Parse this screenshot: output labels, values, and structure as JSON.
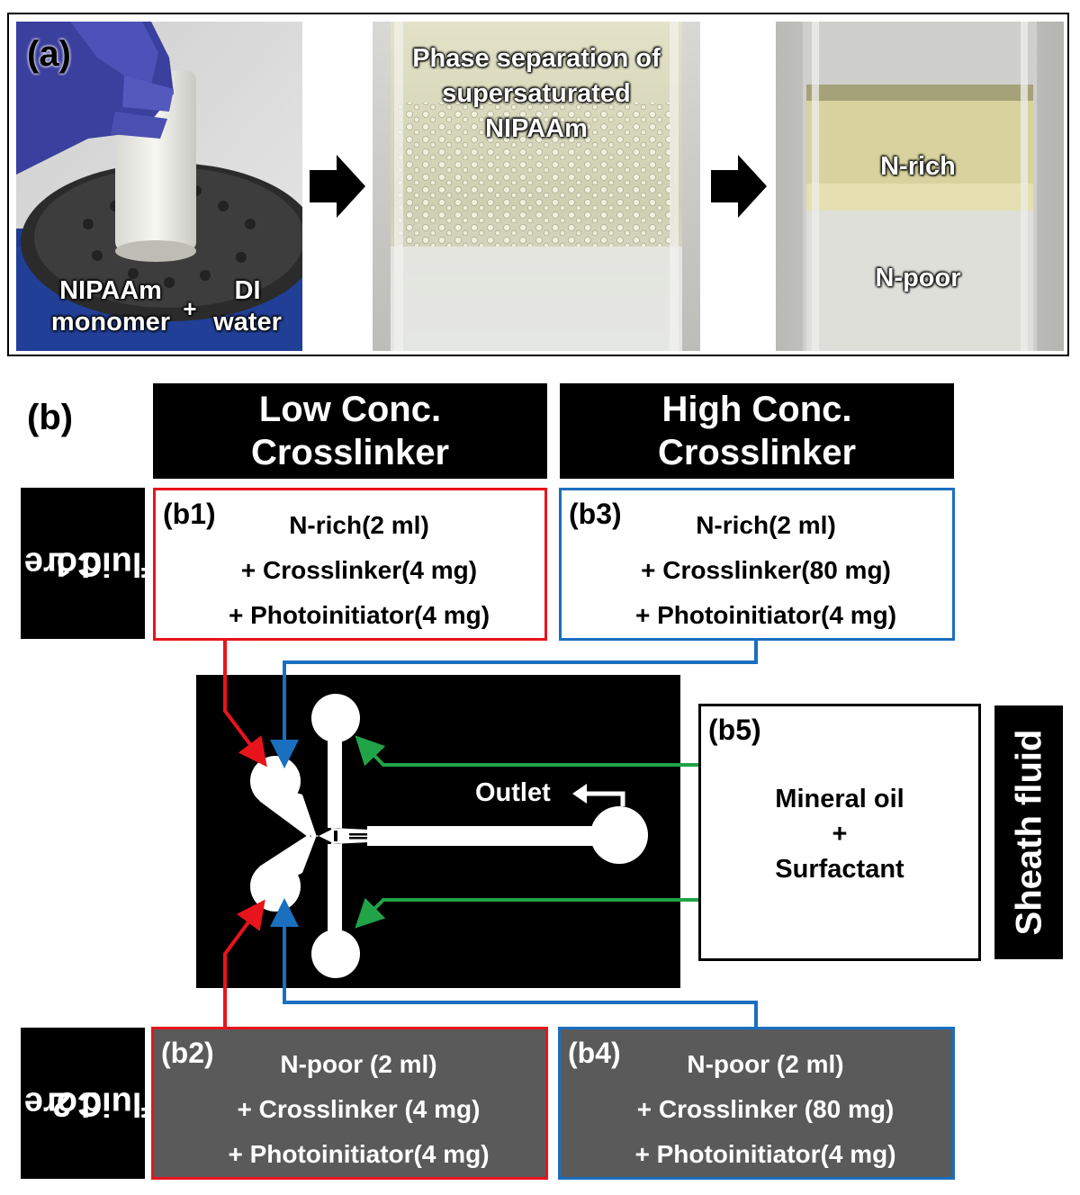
{
  "panel_a": {
    "label": "(a)",
    "photo1": {
      "text_left": [
        "NIPAAm",
        "monomer"
      ],
      "plus": "+",
      "text_right": [
        "DI",
        "water"
      ]
    },
    "photo2": {
      "caption": [
        "Phase separation of",
        "supersaturated",
        "NIPAAm"
      ]
    },
    "photo3": {
      "top_layer": "N-rich",
      "bottom_layer": "N-poor"
    }
  },
  "panel_b": {
    "label": "(b)",
    "col_headers": [
      {
        "line1": "Low Conc.",
        "line2": "Crosslinker"
      },
      {
        "line1": "High Conc.",
        "line2": "Crosslinker"
      }
    ],
    "row_headers": [
      {
        "line1": "Core",
        "line2": "fluid 1"
      },
      {
        "line1": "Core",
        "line2": "fluid 2"
      }
    ],
    "sheath_label": "Sheath fluid",
    "boxes": {
      "b1": {
        "tag": "(b1)",
        "lines": [
          "N-rich(2 ml)",
          "+ Crosslinker(4 mg)",
          "+ Photoinitiator(4 mg)"
        ]
      },
      "b2": {
        "tag": "(b2)",
        "lines": [
          "N-poor (2 ml)",
          "+ Crosslinker (4 mg)",
          "+ Photoinitiator(4 mg)"
        ]
      },
      "b3": {
        "tag": "(b3)",
        "lines": [
          "N-rich(2 ml)",
          "+ Crosslinker(80 mg)",
          "+ Photoinitiator(4 mg)"
        ]
      },
      "b4": {
        "tag": "(b4)",
        "lines": [
          "N-poor (2 ml)",
          "+ Crosslinker (80 mg)",
          "+ Photoinitiator(4 mg)"
        ]
      },
      "b5": {
        "tag": "(b5)",
        "lines": [
          "Mineral oil",
          "+",
          "Surfactant"
        ]
      }
    },
    "outlet_label": "Outlet",
    "colors": {
      "low_conc": "#e8141c",
      "high_conc": "#1a6fbf",
      "sheath": "#21a348"
    }
  }
}
